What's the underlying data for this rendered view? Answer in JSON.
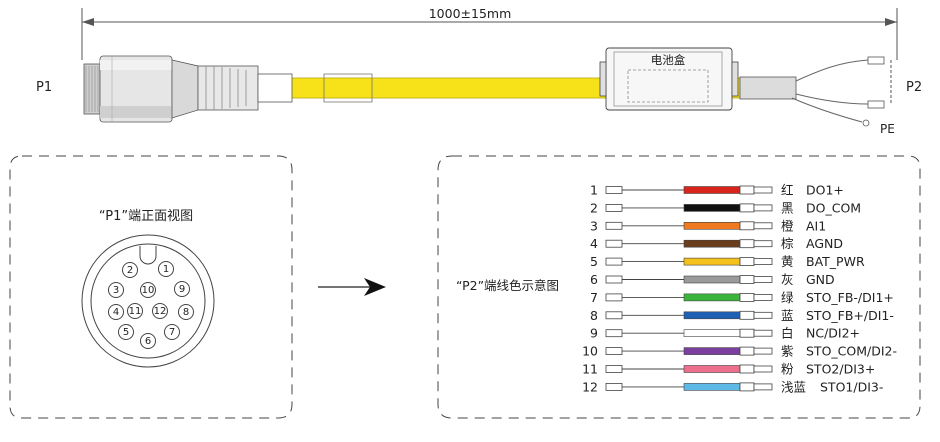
{
  "cable": {
    "length_label": "1000±15mm",
    "p1_label": "P1",
    "p2_label": "P2",
    "pe_label": "PE",
    "battery_box_label": "电池盒",
    "cable_color": "#f7e21a"
  },
  "p1_panel": {
    "title": "“P1”端正面视图",
    "pins": [
      {
        "num": "1"
      },
      {
        "num": "2"
      },
      {
        "num": "3"
      },
      {
        "num": "4"
      },
      {
        "num": "5"
      },
      {
        "num": "6"
      },
      {
        "num": "7"
      },
      {
        "num": "8"
      },
      {
        "num": "9"
      },
      {
        "num": "10"
      },
      {
        "num": "11"
      },
      {
        "num": "12"
      }
    ]
  },
  "p2_panel": {
    "title": "“P2”端线色示意图",
    "wires": [
      {
        "num": "1",
        "color_name": "红",
        "signal": "DO1+",
        "color": "#d9241c"
      },
      {
        "num": "2",
        "color_name": "黑",
        "signal": "DO_COM",
        "color": "#111111"
      },
      {
        "num": "3",
        "color_name": "橙",
        "signal": "AI1",
        "color": "#ef7a1f"
      },
      {
        "num": "4",
        "color_name": "棕",
        "signal": "AGND",
        "color": "#6a3d1c"
      },
      {
        "num": "5",
        "color_name": "黄",
        "signal": "BAT_PWR",
        "color": "#f4c21a"
      },
      {
        "num": "6",
        "color_name": "灰",
        "signal": "GND",
        "color": "#9a9a9a"
      },
      {
        "num": "7",
        "color_name": "绿",
        "signal": "STO_FB-/DI1+",
        "color": "#3cb43c"
      },
      {
        "num": "8",
        "color_name": "蓝",
        "signal": "STO_FB+/DI1-",
        "color": "#1f5fb4"
      },
      {
        "num": "9",
        "color_name": "白",
        "signal": "NC/DI2+",
        "color": "#ffffff"
      },
      {
        "num": "10",
        "color_name": "紫",
        "signal": "STO_COM/DI2-",
        "color": "#7b3fa0"
      },
      {
        "num": "11",
        "color_name": "粉",
        "signal": "STO2/DI3+",
        "color": "#ec6f8e"
      },
      {
        "num": "12",
        "color_name": "浅蓝",
        "signal": "STO1/DI3-",
        "color": "#5fb9e6"
      }
    ]
  }
}
